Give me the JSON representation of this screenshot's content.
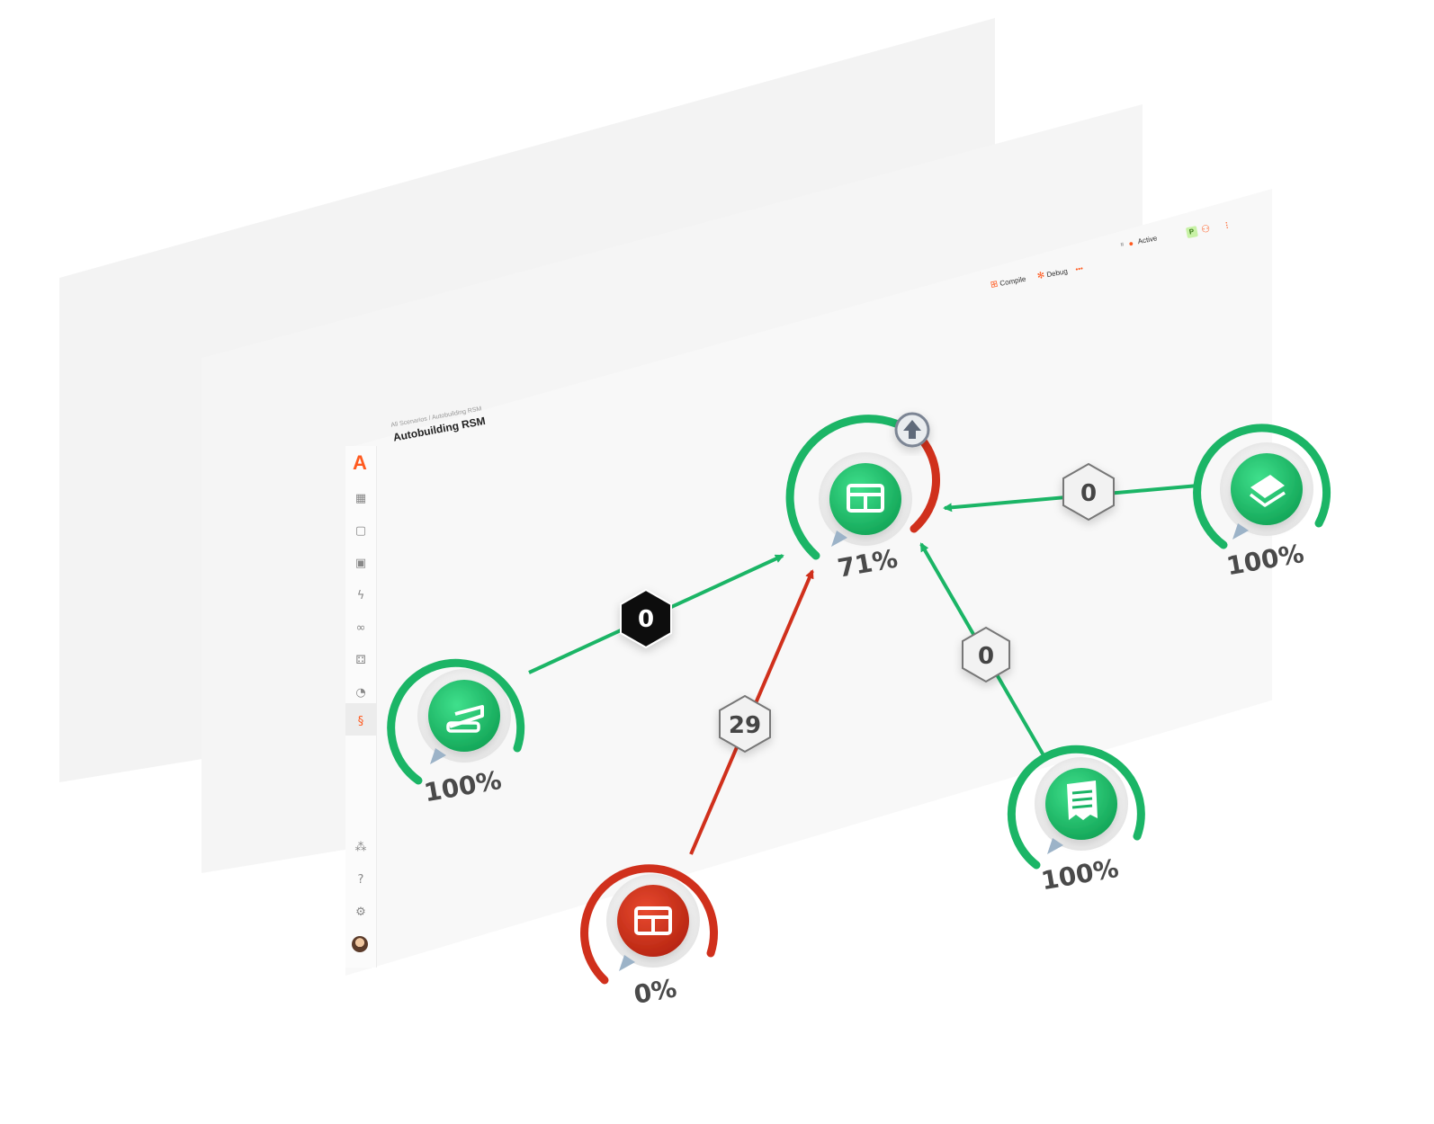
{
  "app": {
    "logo": "A"
  },
  "breadcrumb": {
    "parent": "All Scenarios",
    "separator": "/",
    "current": "Autobuilding RSM"
  },
  "page": {
    "title": "Autobuilding RSM"
  },
  "toolbar": {
    "compile_label": "Compile",
    "debug_label": "Debug",
    "more_label": "•••",
    "status_label": "Active",
    "profile_badge": "P",
    "kebab_label": "⋮"
  },
  "sidebar": {
    "items": [
      {
        "icon": "grid-icon"
      },
      {
        "icon": "document-icon"
      },
      {
        "icon": "image-icon"
      },
      {
        "icon": "lightning-icon"
      },
      {
        "icon": "flow-icon"
      },
      {
        "icon": "dice-icon"
      },
      {
        "icon": "pie-icon"
      },
      {
        "icon": "scenario-icon",
        "active": true
      },
      {
        "icon": "cluster-icon"
      },
      {
        "icon": "help-icon"
      },
      {
        "icon": "settings-icon"
      }
    ]
  },
  "nodes": [
    {
      "id": "center",
      "percent_label": "71%",
      "progress": 0.71,
      "color": "#1bb566",
      "icon": "panel-layout-icon",
      "has_upload_badge": true
    },
    {
      "id": "left",
      "percent_label": "100%",
      "progress": 1.0,
      "color": "#1bb566",
      "icon": "stapler-icon"
    },
    {
      "id": "right",
      "percent_label": "100%",
      "progress": 1.0,
      "color": "#1bb566",
      "icon": "layers-icon"
    },
    {
      "id": "bottom-right",
      "percent_label": "100%",
      "progress": 1.0,
      "color": "#1bb566",
      "icon": "receipt-icon"
    },
    {
      "id": "bottom-left",
      "percent_label": "0%",
      "progress": 0.0,
      "color": "#d0301c",
      "icon": "panel-layout-icon"
    }
  ],
  "edges": [
    {
      "from": "left",
      "to": "center",
      "label": "0",
      "color": "#1bb566",
      "badge_style": "dark"
    },
    {
      "from": "right",
      "to": "center",
      "label": "0",
      "color": "#1bb566",
      "badge_style": "light"
    },
    {
      "from": "bottom-right",
      "to": "center",
      "label": "0",
      "color": "#1bb566",
      "badge_style": "light"
    },
    {
      "from": "bottom-left",
      "to": "center",
      "label": "29",
      "color": "#d0301c",
      "badge_style": "light"
    }
  ],
  "colors": {
    "accent": "#ff5a1f",
    "success": "#1bb566",
    "error": "#d0301c"
  }
}
